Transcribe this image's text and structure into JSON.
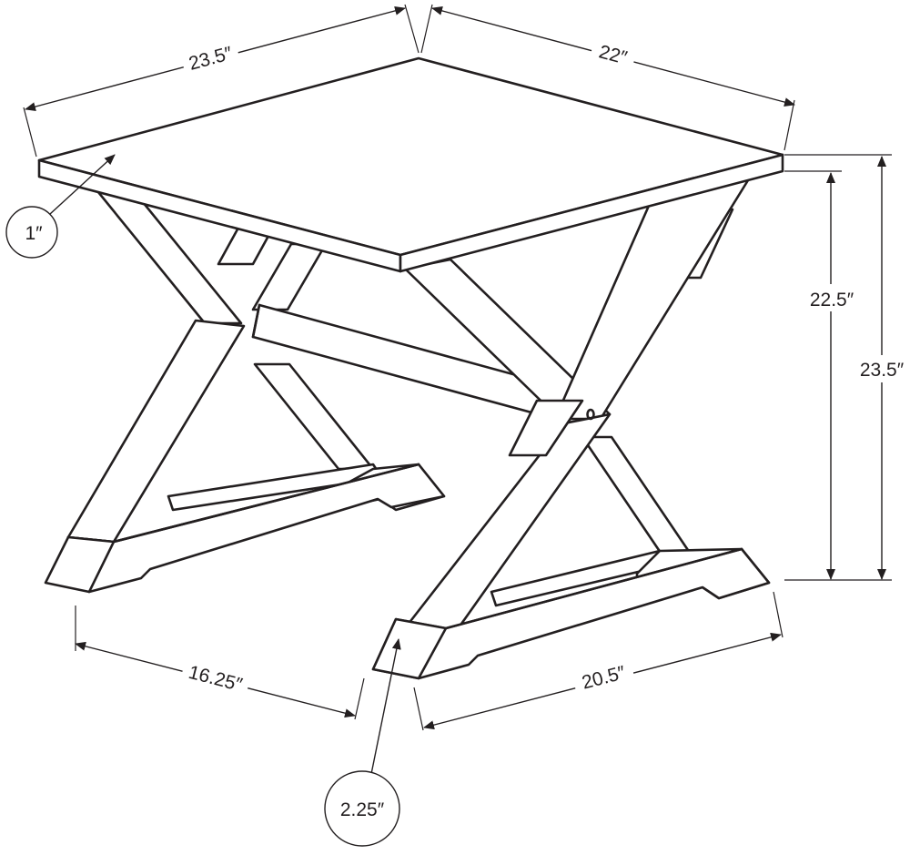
{
  "dimensions": {
    "top_length": "23.5″",
    "top_width": "22″",
    "top_thickness": "1″",
    "apron_height": "22.5″",
    "overall_height": "23.5″",
    "base_depth": "16.25″",
    "base_length": "20.5″",
    "foot_height": "2.25″"
  },
  "colors": {
    "line": "#231f20",
    "background": "#ffffff"
  }
}
